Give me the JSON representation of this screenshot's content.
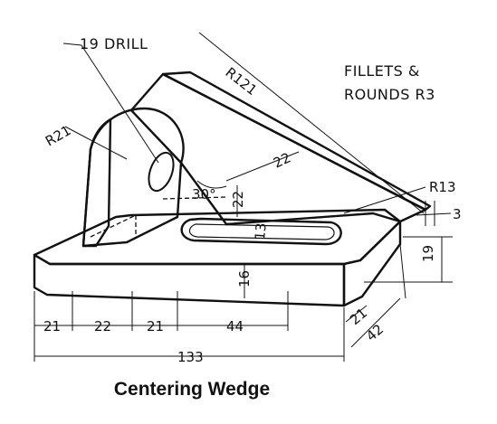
{
  "drawing": {
    "caption": "Centering Wedge",
    "notes": {
      "drill": "19 DRILL",
      "fillets_line1": "FILLETS &",
      "fillets_line2": "ROUNDS R3"
    },
    "dimensions": {
      "r121": "R121",
      "r21": "R21",
      "r13": "R13",
      "d22_slope": "22",
      "angle30": "30°",
      "d22_vert": "22",
      "d13": "13",
      "d3": "3",
      "d19": "19",
      "d16": "16",
      "d21_a": "21",
      "d22_a": "22",
      "d21_b": "21",
      "d44": "44",
      "d133": "133",
      "d21_c": "21",
      "d42": "42"
    }
  }
}
